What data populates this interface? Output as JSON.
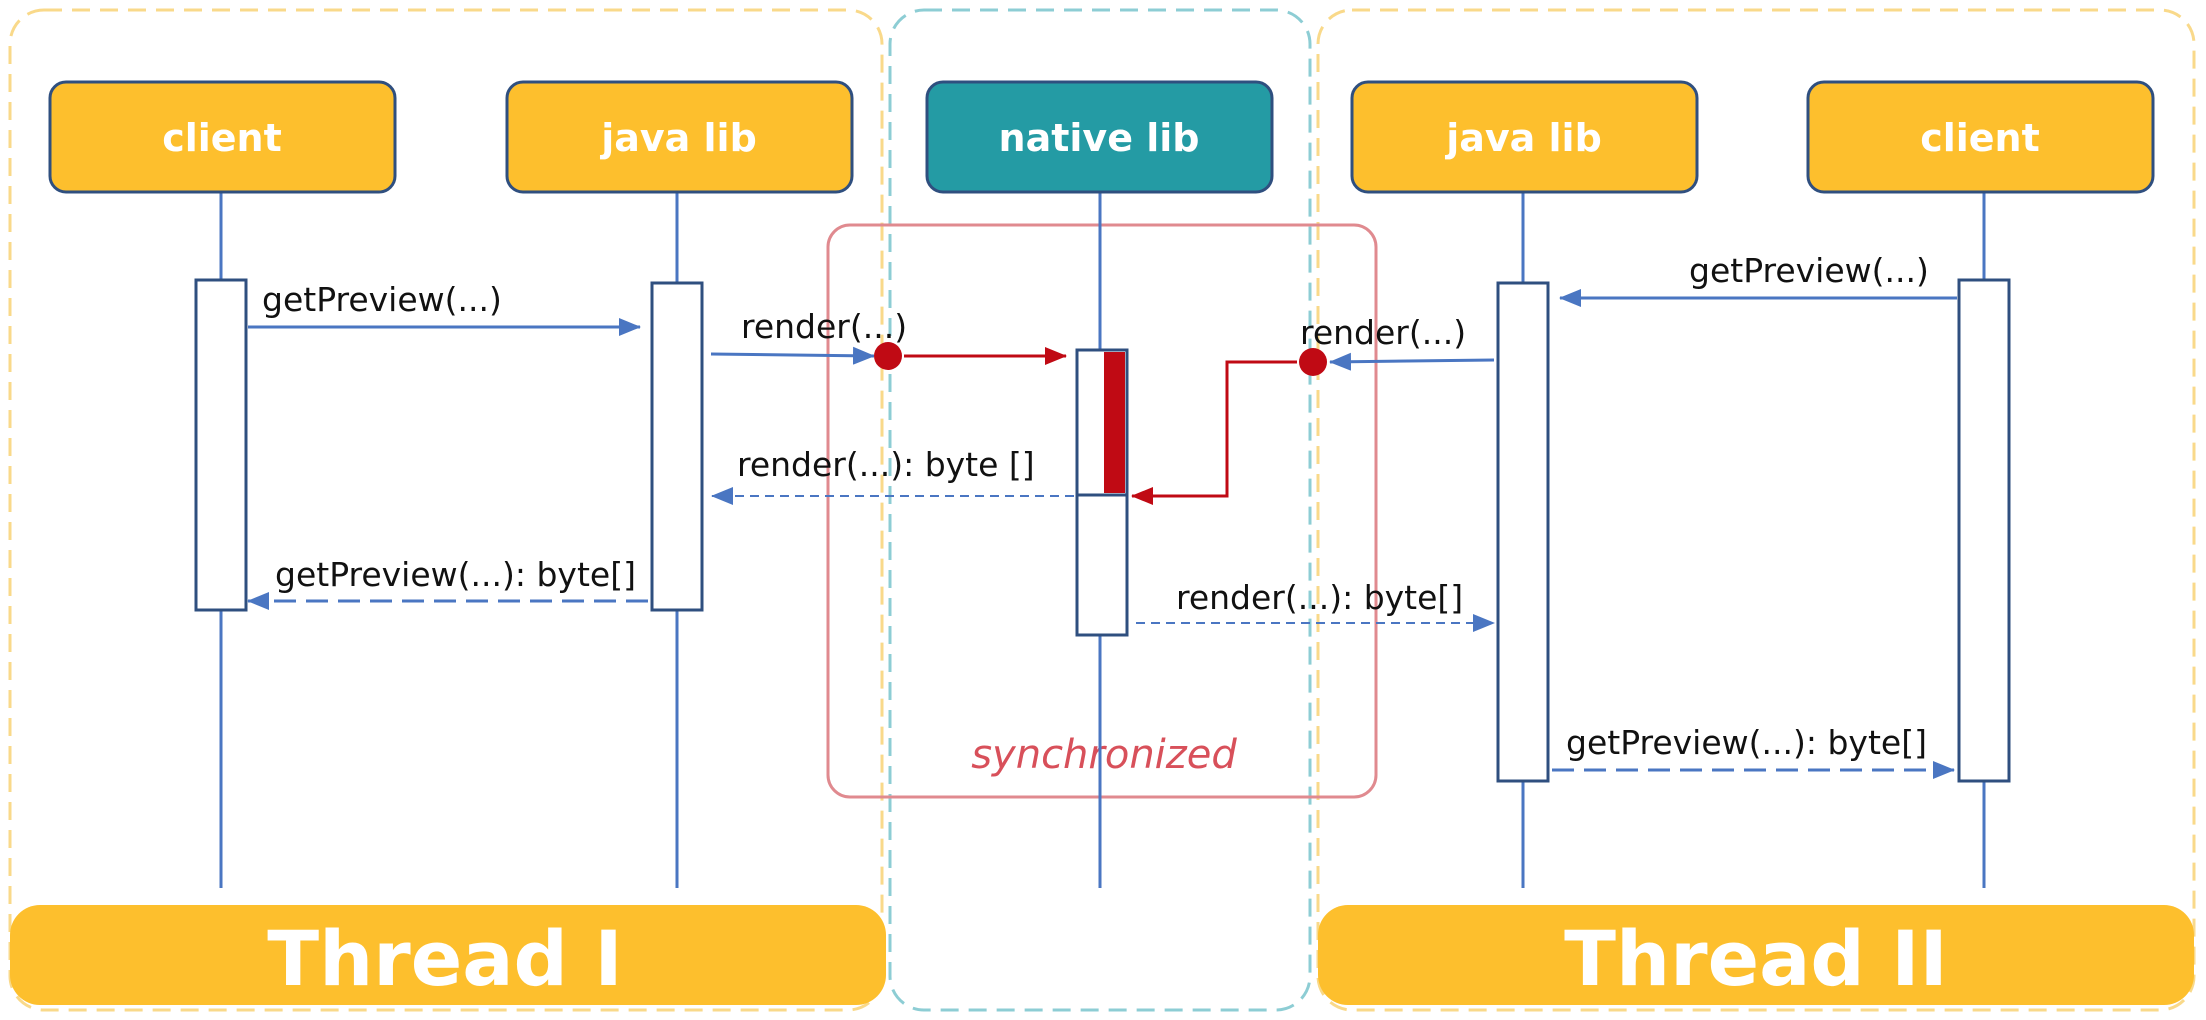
{
  "colors": {
    "actor_yellow": "#FDBF2D",
    "actor_teal": "#249BA4",
    "actor_border": "#2F4F7F",
    "lifeline": "#4A76C2",
    "lock_red": "#C00A14",
    "sync_box": "#E08A8F",
    "thread_region_border": "#F9D98A",
    "native_region_border": "#8DCDD4"
  },
  "actors": {
    "client_left": "client",
    "java_lib_left": "java lib",
    "native_lib": "native lib",
    "java_lib_right": "java lib",
    "client_right": "client"
  },
  "messages": {
    "get_preview_left": "getPreview(...)",
    "render_left": "render(...)",
    "render_return_left": "render(...): byte []",
    "get_preview_return_left": "getPreview(...): byte[]",
    "get_preview_right": "getPreview(...)",
    "render_right": "render(...)",
    "render_return_right": "render(...): byte[]",
    "get_preview_return_right": "getPreview(...): byte[]"
  },
  "regions": {
    "synchronized_label": "synchronized",
    "thread_one": "Thread I",
    "thread_two": "Thread II"
  }
}
